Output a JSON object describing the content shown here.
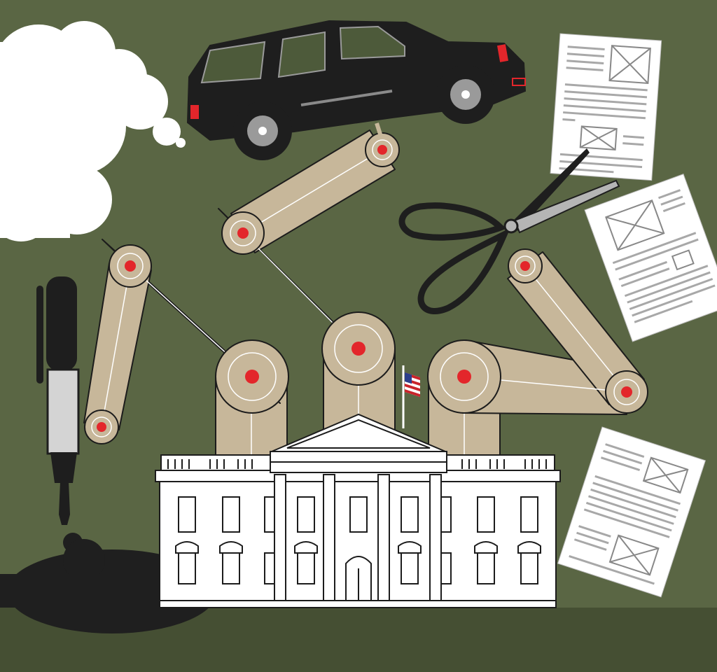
{
  "illustration": {
    "colors": {
      "background": "#5a6644",
      "ground": "#454f33",
      "robot_arm": "#c7b79a",
      "joint_dot": "#e3262b",
      "outline": "#1c1c1c",
      "building": "#ffffff",
      "smoke": "#ffffff",
      "car": "#1e1e1e",
      "ink_blot": "#1f1f1f",
      "pen_barrel": "#d4d4d4",
      "paper": "#ffffff"
    },
    "elements": [
      "robot-arms",
      "white-house",
      "black-suv",
      "exhaust-smoke",
      "scissors",
      "marker-pen",
      "ink-blot",
      "newspaper-pages",
      "american-flag"
    ]
  }
}
